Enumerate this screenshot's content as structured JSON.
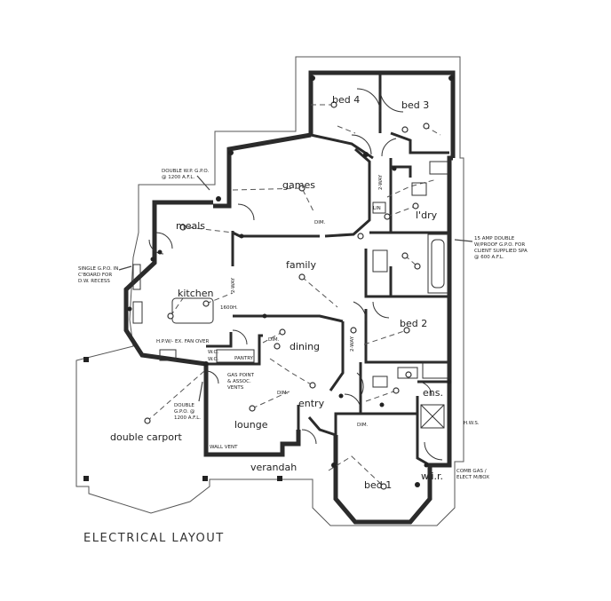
{
  "title": "ELECTRICAL LAYOUT",
  "rooms": {
    "bed4": "bed 4",
    "bed3": "bed 3",
    "games": "games",
    "ldry": "l'dry",
    "meals": "meals",
    "family": "family",
    "kitchen": "kitchen",
    "bed2": "bed 2",
    "dining": "dining",
    "ens": "ens.",
    "entry": "entry",
    "lounge": "lounge",
    "double_carport": "double carport",
    "verandah": "verandah",
    "bed1": "bed 1",
    "wir": "w.i.r."
  },
  "notes": {
    "double_wp_gpo_line1": "DOUBLE W.P. G.P.O.",
    "double_wp_gpo_line2": "@ 1200 A.F.L.",
    "single_gpo_line1": "SINGLE G.P.O. IN",
    "single_gpo_line2": "C'BOARD FOR",
    "single_gpo_line3": "D.W. RECESS",
    "spa_line1": "15 AMP DOUBLE",
    "spa_line2": "W/PROOF G.P.O. FOR",
    "spa_line3": "CLIENT SUPPLIED SPA",
    "spa_line4": "@ 600 A.F.L.",
    "double_gpo_line1": "DOUBLE",
    "double_gpo_line2": "G.P.O. @",
    "double_gpo_line3": "1200 A.F.L.",
    "gas_line1": "GAS POINT",
    "gas_line2": "& ASSOC.",
    "gas_line3": "VENTS",
    "comb_line1": "COMB GAS /",
    "comb_line2": "ELECT M/BOX",
    "hw_fan": "H.P.W/- EX. FAN OVER",
    "pantry": "PANTRY",
    "wall_vent": "WALL VENT",
    "hws": "H.W.S.",
    "dim1": "DIM.",
    "dim2": "DIM.",
    "dim3": "DIM.",
    "dim4": "DIM.",
    "twoway1": "2-WAY",
    "twoway2": "2-WAY",
    "twoway3": "2-WAY",
    "linen": "LIN",
    "height1600": "1600H.",
    "wo1": "W.O.",
    "wo2": "W.O."
  }
}
